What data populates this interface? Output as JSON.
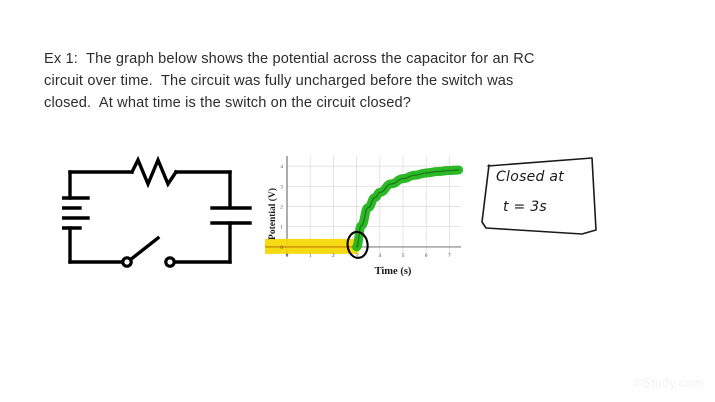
{
  "question": {
    "lines": [
      "Ex 1:  The graph below shows the potential across the capacitor for an RC",
      "circuit over time.  The circuit was fully uncharged before the switch was",
      "closed.  At what time is the switch on the circuit closed?"
    ]
  },
  "circuit": {
    "title": "rc-circuit-diagram",
    "components": [
      {
        "name": "battery",
        "position": "left"
      },
      {
        "name": "resistor",
        "position": "top"
      },
      {
        "name": "capacitor",
        "position": "right"
      },
      {
        "name": "switch",
        "position": "bottom",
        "state": "open"
      }
    ],
    "stroke_color": "#000000"
  },
  "chart_data": {
    "type": "line",
    "title": "",
    "xlabel": "Time (s)",
    "ylabel": "Potential (V)",
    "xlim": [
      0,
      7.5
    ],
    "ylim": [
      -0.45,
      4.5
    ],
    "xticks": [
      0,
      1,
      2,
      3,
      4,
      5,
      6,
      7
    ],
    "xtick_labels": [
      "0",
      "1",
      "2",
      "3",
      "4",
      "5",
      "6",
      "7"
    ],
    "yticks": [
      0,
      1,
      2,
      3,
      4
    ],
    "ytick_labels": [
      "0",
      "1",
      "2",
      "3",
      "4"
    ],
    "grid": true,
    "grid_color": "#d9d9d9",
    "axis_color": "#808080",
    "legend": "none",
    "series": [
      {
        "name": "uncharged-segment",
        "color": "#d49a00",
        "highlight_color": "#f5d800",
        "x": [
          0,
          0.5,
          1,
          1.5,
          2,
          2.5,
          3
        ],
        "values": [
          0,
          0,
          0,
          0,
          0,
          0,
          0
        ]
      },
      {
        "name": "charging-curve",
        "color": "#22b51b",
        "line_color": "#1a7a16",
        "x": [
          3,
          3.2,
          3.5,
          3.8,
          4,
          4.5,
          5,
          5.5,
          6,
          6.5,
          7,
          7.4
        ],
        "values": [
          0,
          1.05,
          1.95,
          2.45,
          2.7,
          3.12,
          3.38,
          3.55,
          3.66,
          3.73,
          3.78,
          3.81
        ]
      }
    ],
    "annotations": [
      {
        "name": "closing-point-circle",
        "shape": "ellipse",
        "x": 3.0,
        "y": 0.0,
        "color": "#000000"
      }
    ]
  },
  "answer_note": {
    "line_1": "Closed at",
    "line_2": "t = 3s",
    "box_color": "#1a1a1a"
  },
  "watermark": {
    "text": "©Study.com"
  }
}
